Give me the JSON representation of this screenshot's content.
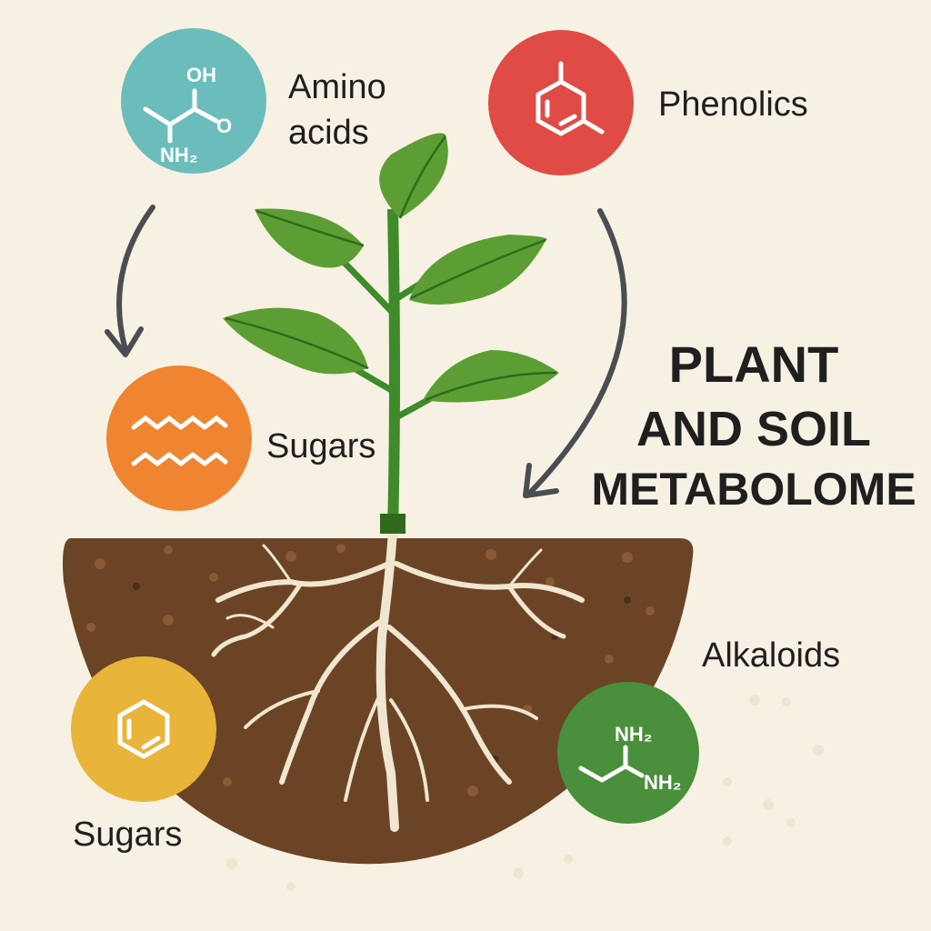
{
  "title": {
    "line1": "PLANT",
    "line2": "AND SOIL",
    "line3": "METABOLOME"
  },
  "groups": {
    "amino_acids": {
      "label_line1": "Amino",
      "label_line2": "acids",
      "color": "#6bbdbb",
      "chem": {
        "oh": "OH",
        "o": "O",
        "nh2": "NH₂"
      }
    },
    "phenolics": {
      "label": "Phenolics",
      "color": "#e04b45"
    },
    "sugars_top": {
      "label": "Sugars",
      "color": "#ef8530"
    },
    "sugars_bottom": {
      "label": "Sugars",
      "color": "#e8b53a"
    },
    "alkaloids": {
      "label": "Alkaloids",
      "color": "#4a8f3c",
      "chem": {
        "nh2_top": "NH₂",
        "nh2_right": "NH₂"
      }
    }
  },
  "colors": {
    "background": "#f7f1e4",
    "soil": "#6b4426",
    "leaf": "#5c9e34",
    "root": "#f1e6cf",
    "arrow": "#4a4d52"
  }
}
